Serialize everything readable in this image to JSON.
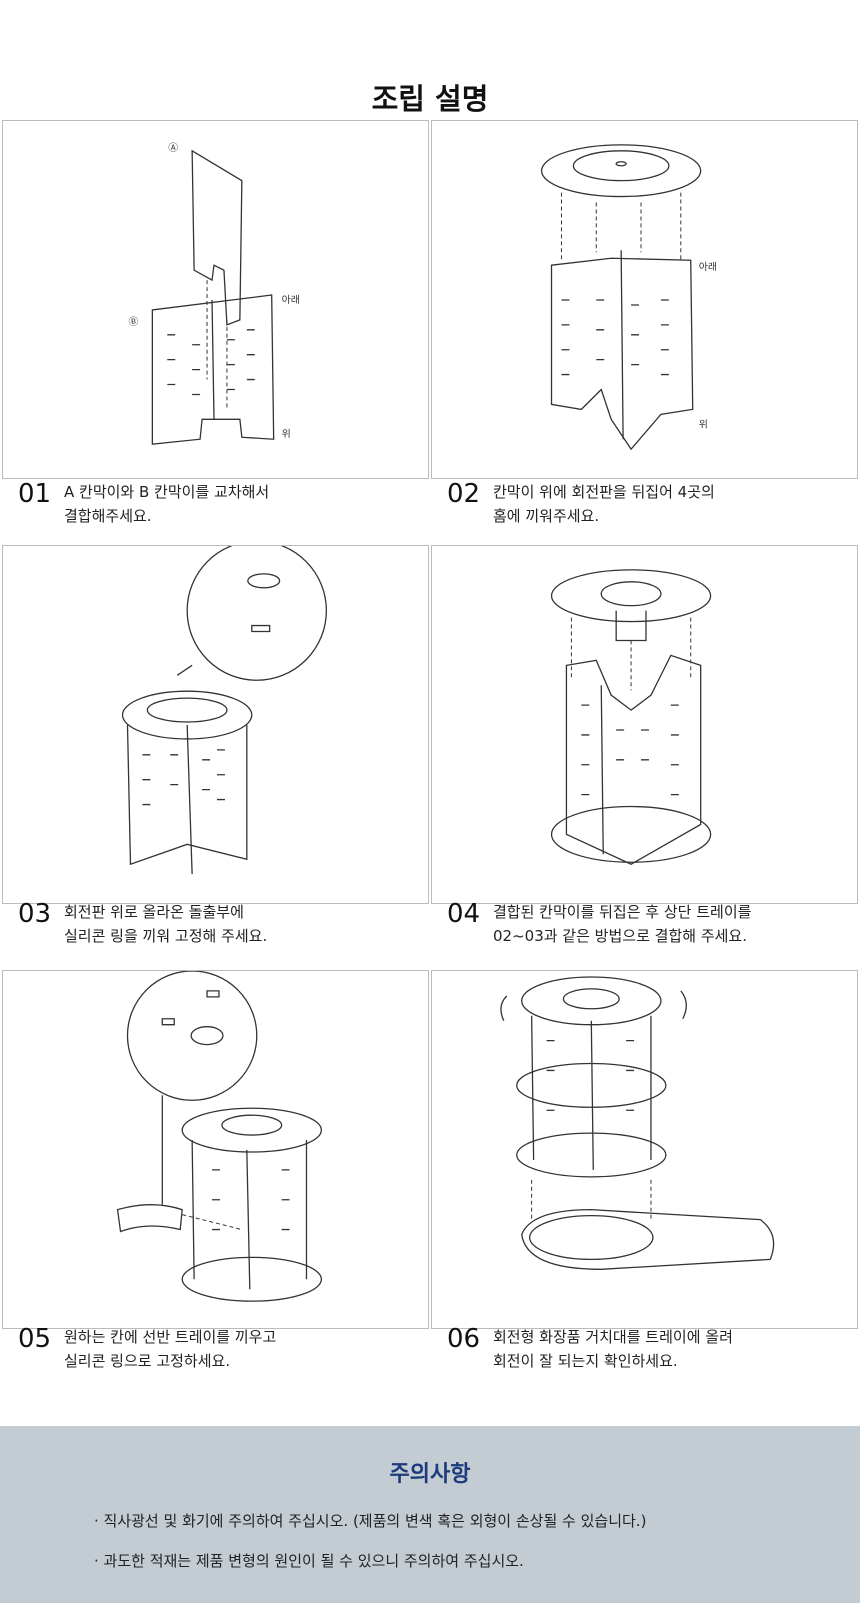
{
  "title": "조립 설명",
  "steps": [
    {
      "num": "01",
      "line1": "A 칸막이와 B 칸막이를 교차해서",
      "line2": "결합해주세요.",
      "labels": {
        "a": "Ⓐ",
        "b": "Ⓑ",
        "bottom": "아래",
        "top": "위"
      }
    },
    {
      "num": "02",
      "line1": "칸막이 위에 회전판을 뒤집어 4곳의",
      "line2": "홈에 끼워주세요.",
      "labels": {
        "bottom": "아래",
        "top": "위"
      }
    },
    {
      "num": "03",
      "line1": "회전판 위로 올라온 돌출부에",
      "line2": "실리콘 링을 끼워 고정해 주세요."
    },
    {
      "num": "04",
      "line1": "결합된 칸막이를 뒤집은 후 상단 트레이를",
      "line2": "02~03과 같은 방법으로 결합해 주세요."
    },
    {
      "num": "05",
      "line1": "원하는 칸에 선반 트레이를 끼우고",
      "line2": "실리콘 링으로 고정하세요."
    },
    {
      "num": "06",
      "line1": "회전형 화장품 거치대를 트레이에 올려",
      "line2": "회전이 잘 되는지 확인하세요."
    }
  ],
  "caution": {
    "title": "주의사항",
    "items": [
      "· 직사광선 및 화기에 주의하여 주십시오. (제품의 변색 혹은 외형이 손상될 수 있습니다.)",
      "· 과도한 적재는 제품 변형의 원인이 될 수 있으니 주의하여 주십시오."
    ]
  },
  "colors": {
    "caution_bg": "#c4ccd3",
    "caution_title": "#1d3b7c"
  }
}
